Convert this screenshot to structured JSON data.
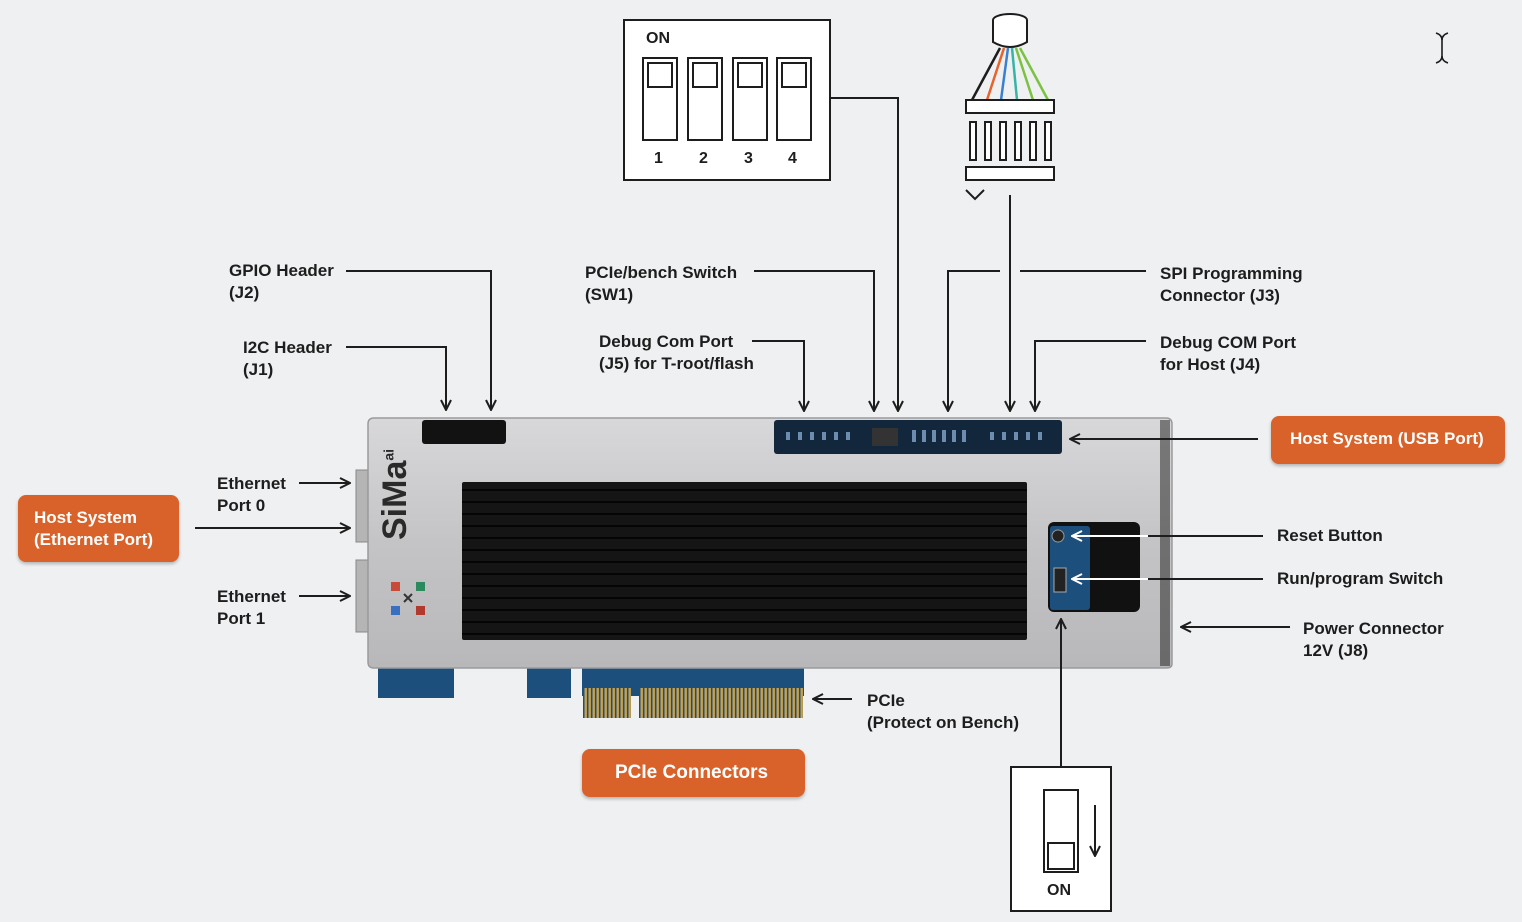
{
  "labels": {
    "gpio_header": [
      "GPIO Header",
      "(J2)"
    ],
    "i2c_header": [
      "I2C Header",
      "(J1)"
    ],
    "pcie_bench_switch": [
      "PCIe/bench Switch",
      "(SW1)"
    ],
    "debug_com_port_j5": [
      "Debug Com Port",
      "(J5) for T-root/flash"
    ],
    "spi_programming": [
      "SPI Programming",
      "Connector (J3)"
    ],
    "debug_com_port_j4": [
      "Debug COM Port",
      "for Host (J4)"
    ],
    "ethernet_port_0": [
      "Ethernet",
      "Port 0"
    ],
    "ethernet_port_1": [
      "Ethernet",
      "Port 1"
    ],
    "reset_button": "Reset Button",
    "run_program_switch": "Run/program Switch",
    "power_connector": [
      "Power Connector",
      "12V (J8)"
    ],
    "pcie": [
      "PCIe",
      "(Protect on Bench)"
    ]
  },
  "callouts": {
    "host_usb": "Host System (USB Port)",
    "host_ethernet": [
      "Host System",
      "(Ethernet Port)"
    ],
    "pcie_connectors": "PCIe Connectors"
  },
  "dip_switch": {
    "on_label": "ON",
    "numbers": [
      "1",
      "2",
      "3",
      "4"
    ]
  },
  "slide_switch": {
    "on_label": "ON"
  },
  "board": {
    "brand": "SiMa",
    "brand_sup": "ai"
  },
  "colors": {
    "accent": "#d9622b",
    "heatsink": "#141414",
    "pcb": "#1d4f7c",
    "gold": "#c8a24a",
    "wire_colors": [
      "#e8632b",
      "#3a7fd0",
      "#36b5a6",
      "#7cc242"
    ]
  }
}
